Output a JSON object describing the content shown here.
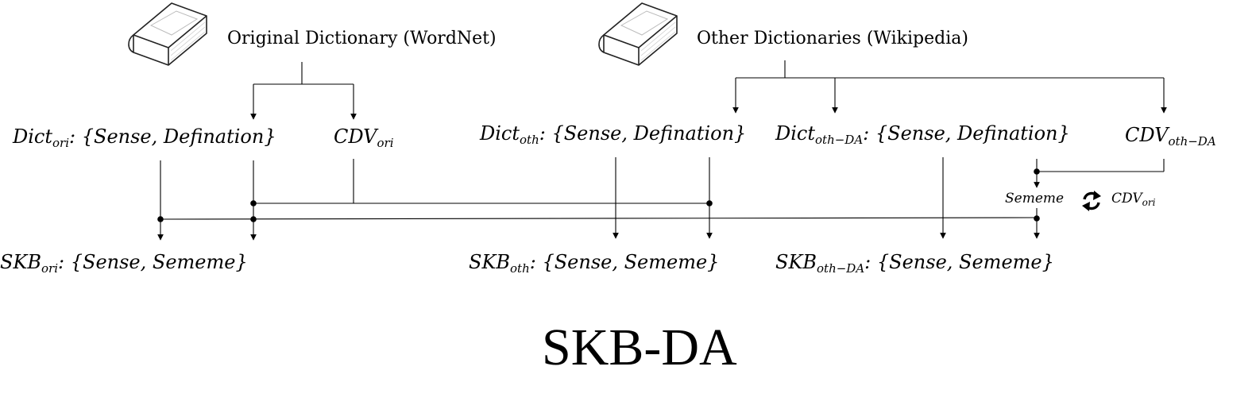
{
  "sources": {
    "original": "Original Dictionary (WordNet)",
    "other": "Other Dictionaries (Wikipedia)"
  },
  "terms": {
    "dict_ori": {
      "base": "Dict",
      "sub": "ori",
      "rest": ": {Sense, Defination}"
    },
    "cdv_ori": {
      "base": "CDV",
      "sub": "ori"
    },
    "dict_oth": {
      "base": "Dict",
      "sub": "oth",
      "rest": ": {Sense, Defination}"
    },
    "dict_oth_da": {
      "base": "Dict",
      "sub": "oth−DA",
      "rest": ": {Sense, Defination}"
    },
    "cdv_oth_da": {
      "base": "CDV",
      "sub": "oth−DA"
    },
    "sememe": "Sememe",
    "cdv_ori_small": {
      "base": "CDV",
      "sub": "ori"
    },
    "skb_ori": {
      "base": "SKB",
      "sub": "ori",
      "rest": ": {Sense, Sememe}"
    },
    "skb_oth": {
      "base": "SKB",
      "sub": "oth",
      "rest": ": {Sense, Sememe}"
    },
    "skb_oth_da": {
      "base": "SKB",
      "sub": "oth−DA",
      "rest": ": {Sense, Sememe}"
    }
  },
  "icons": [
    "book-icon",
    "book-icon",
    "refresh-icon"
  ],
  "title": "SKB-DA"
}
